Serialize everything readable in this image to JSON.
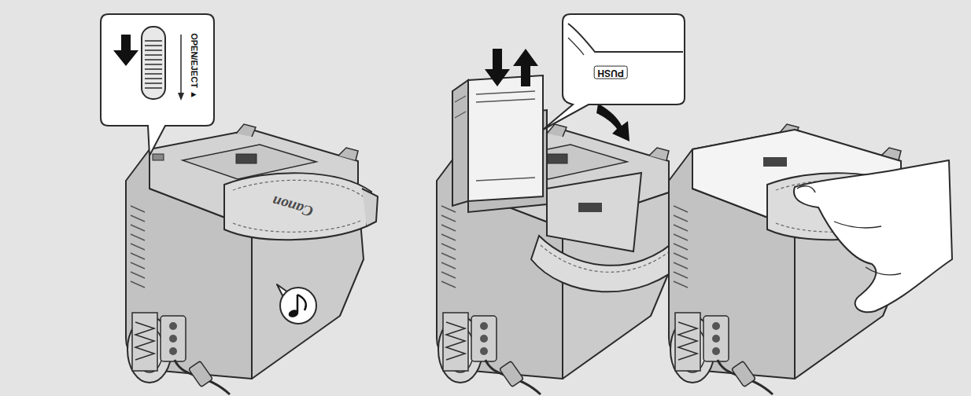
{
  "diagram": {
    "nodes": [
      {
        "text": [
          "OPEN/EJECT ▲"
        ]
      },
      {
        "text": [
          "PUSH"
        ]
      }
    ],
    "labels": [
      "Canon"
    ]
  }
}
